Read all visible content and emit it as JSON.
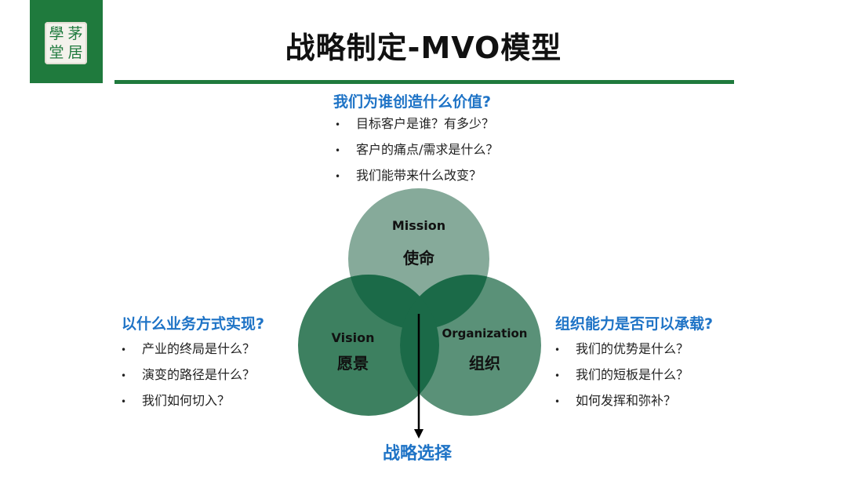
{
  "logo": {
    "characters": [
      "學",
      "茅",
      "堂",
      "居"
    ]
  },
  "title": "战略制定-MVO模型",
  "top_block": {
    "question": "我们为谁创造什么价值?",
    "items": [
      "目标客户是谁？有多少？",
      "客户的痛点/需求是什么？",
      "我们能带来什么改变？"
    ]
  },
  "left_block": {
    "question": "以什么业务方式实现?",
    "items": [
      "产业的终局是什么？",
      "演变的路径是什么？",
      "我们如何切入？"
    ]
  },
  "right_block": {
    "question": "组织能力是否可以承载?",
    "items": [
      "我们的优势是什么？",
      "我们的短板是什么？",
      "如何发挥和弥补？"
    ]
  },
  "venn": {
    "mission": {
      "en": "Mission",
      "zh": "使命",
      "color": "#86aa9a"
    },
    "vision": {
      "en": "Vision",
      "zh": "愿景",
      "color": "#3d8060"
    },
    "organization": {
      "en": "Organization",
      "zh": "组织",
      "color": "#5a9178"
    },
    "overlap_color": "#1b6a48"
  },
  "outcome": "战略选择",
  "colors": {
    "brand_green": "#1f7a3d",
    "accent_blue": "#1e73c6"
  }
}
